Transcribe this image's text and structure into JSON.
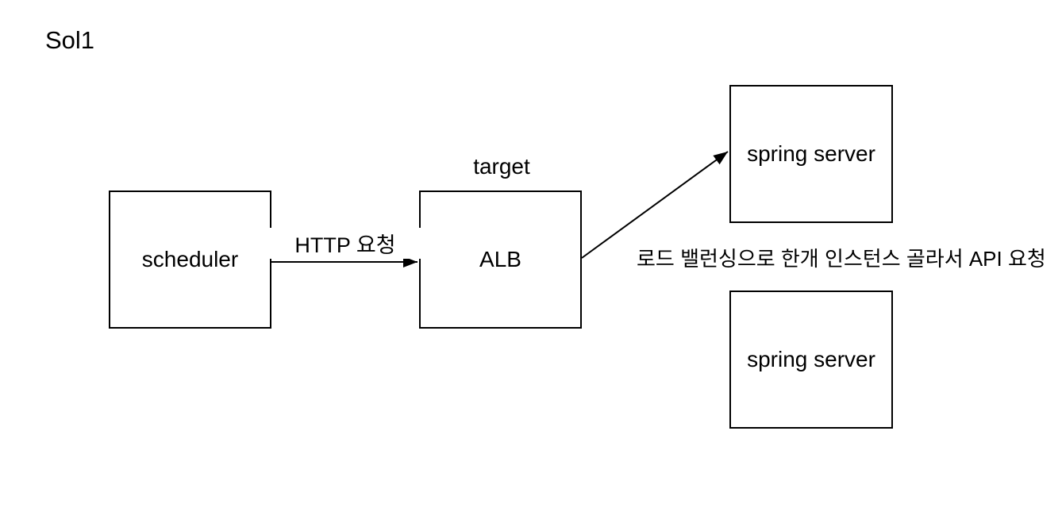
{
  "title": "Sol1",
  "diagram": {
    "nodes": [
      {
        "id": "scheduler",
        "label": "scheduler"
      },
      {
        "id": "alb",
        "label": "ALB",
        "caption_above": "target"
      },
      {
        "id": "spring-server-1",
        "label": "spring server"
      },
      {
        "id": "spring-server-2",
        "label": "spring server"
      }
    ],
    "edges": [
      {
        "from": "scheduler",
        "to": "alb",
        "label": "HTTP 요청"
      },
      {
        "from": "alb",
        "to": "spring-server-1",
        "label": "로드 밸런싱으로 한개 인스턴스 골라서 API 요청"
      }
    ]
  },
  "colors": {
    "background": "#ffffff",
    "box_fill": "#ffffff",
    "stroke": "#000000",
    "text": "#000000"
  }
}
